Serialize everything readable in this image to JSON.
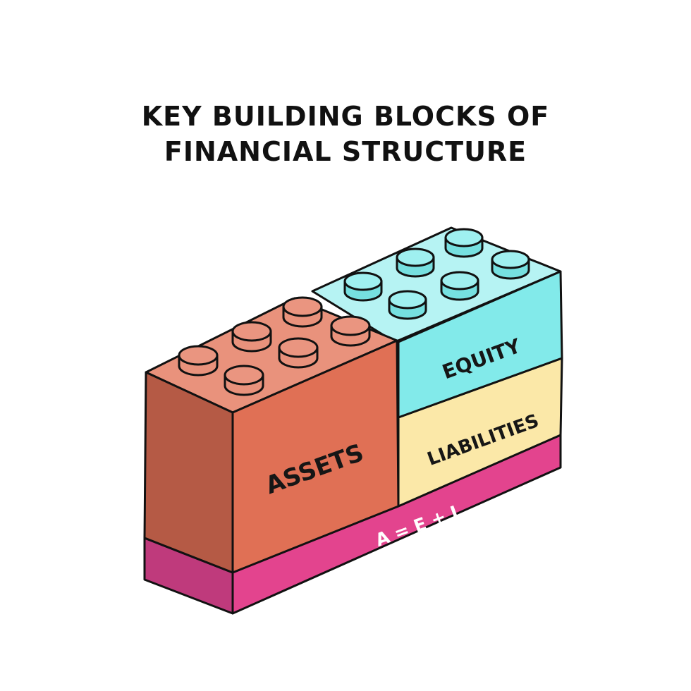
{
  "title": {
    "line1": "KEY BUILDING BLOCKS OF",
    "line2": "FINANCIAL STRUCTURE"
  },
  "blocks": {
    "assets": {
      "label": "ASSETS"
    },
    "equity": {
      "label": "EQUITY"
    },
    "liabilities": {
      "label": "LIABILITIES"
    },
    "base": {
      "label": "A = E + L"
    }
  },
  "colors": {
    "outline": "#111111",
    "assets_front": "#e07055",
    "assets_side": "#b55a45",
    "assets_top": "#e9927c",
    "equity_front": "#82eaea",
    "equity_top": "#b6f3f3",
    "equity_stud": "#76e0e0",
    "liabilities_front": "#fbe8a8",
    "base_front": "#e3448e",
    "base_side": "#bf3a7c",
    "base_label": "#ffffff"
  }
}
